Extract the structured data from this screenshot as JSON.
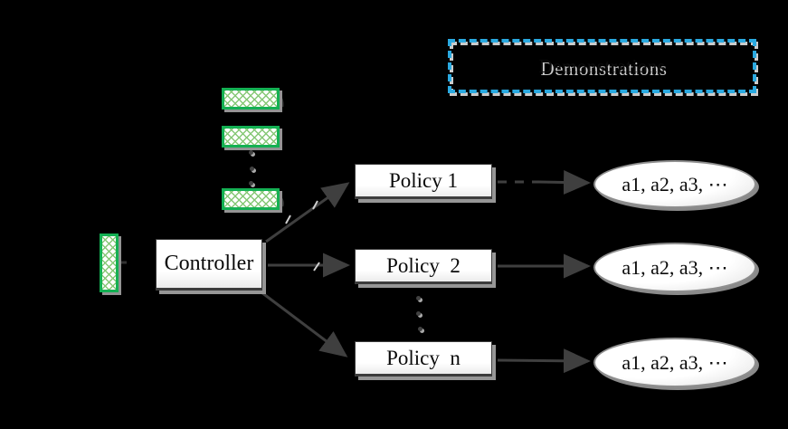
{
  "figure": {
    "demonstrations": {
      "label": "Demonstrations"
    },
    "controller": {
      "label": "Controller"
    },
    "policies": [
      {
        "label": "Policy 1"
      },
      {
        "label": "Policy  2"
      },
      {
        "label": "Policy  n"
      }
    ],
    "action_sets": [
      {
        "label": "a1, a2, a3, ⋯"
      },
      {
        "label": "a1, a2, a3, ⋯"
      },
      {
        "label": "a1, a2, a3, ⋯"
      }
    ],
    "colors": {
      "background": "#000000",
      "demonstrations_border": "#2AA9E0",
      "green_box_border": "#14B053",
      "green_box_hatch": "#86C876",
      "node_fill": "#FFFFFF",
      "arrow": "#3F3F3F",
      "text": "#0B0B0B"
    }
  }
}
